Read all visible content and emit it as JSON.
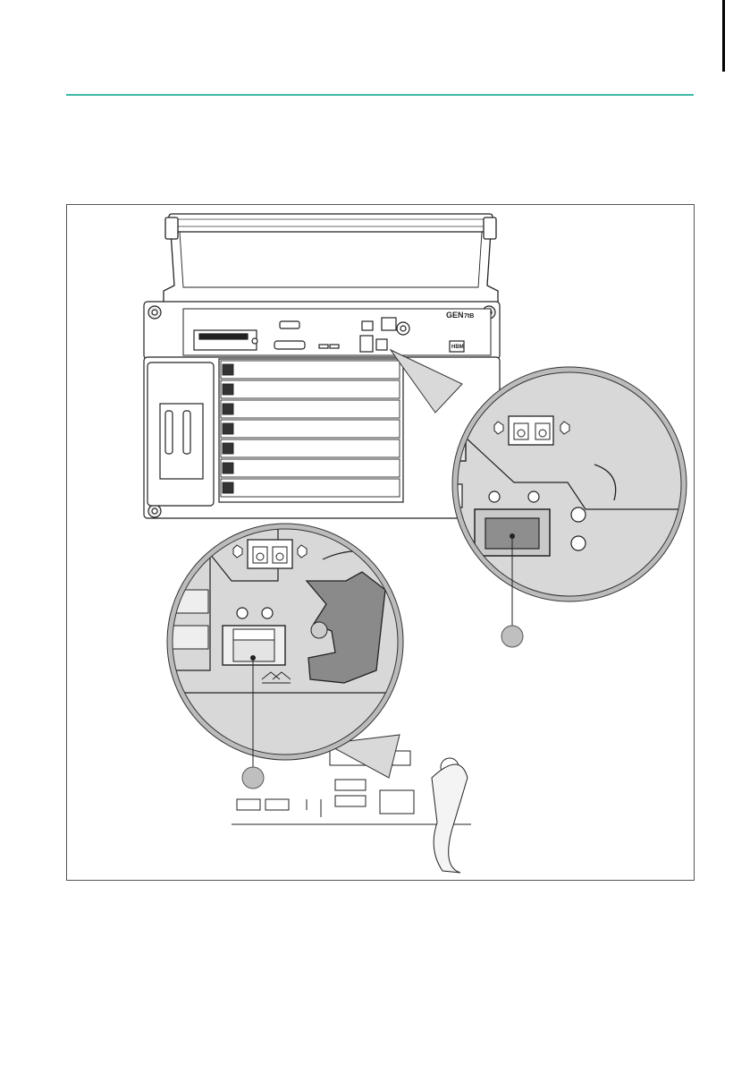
{
  "page": {
    "accent_color": "#3db8a8",
    "tab_mark_color": "#000000"
  },
  "figure": {
    "device_brand": "GEN",
    "device_model": "7tB",
    "logo_text": "HBM",
    "callout_zoom_power_switch": "power-switch-detail",
    "callout_hand_operation": "hand-operating-switch"
  }
}
